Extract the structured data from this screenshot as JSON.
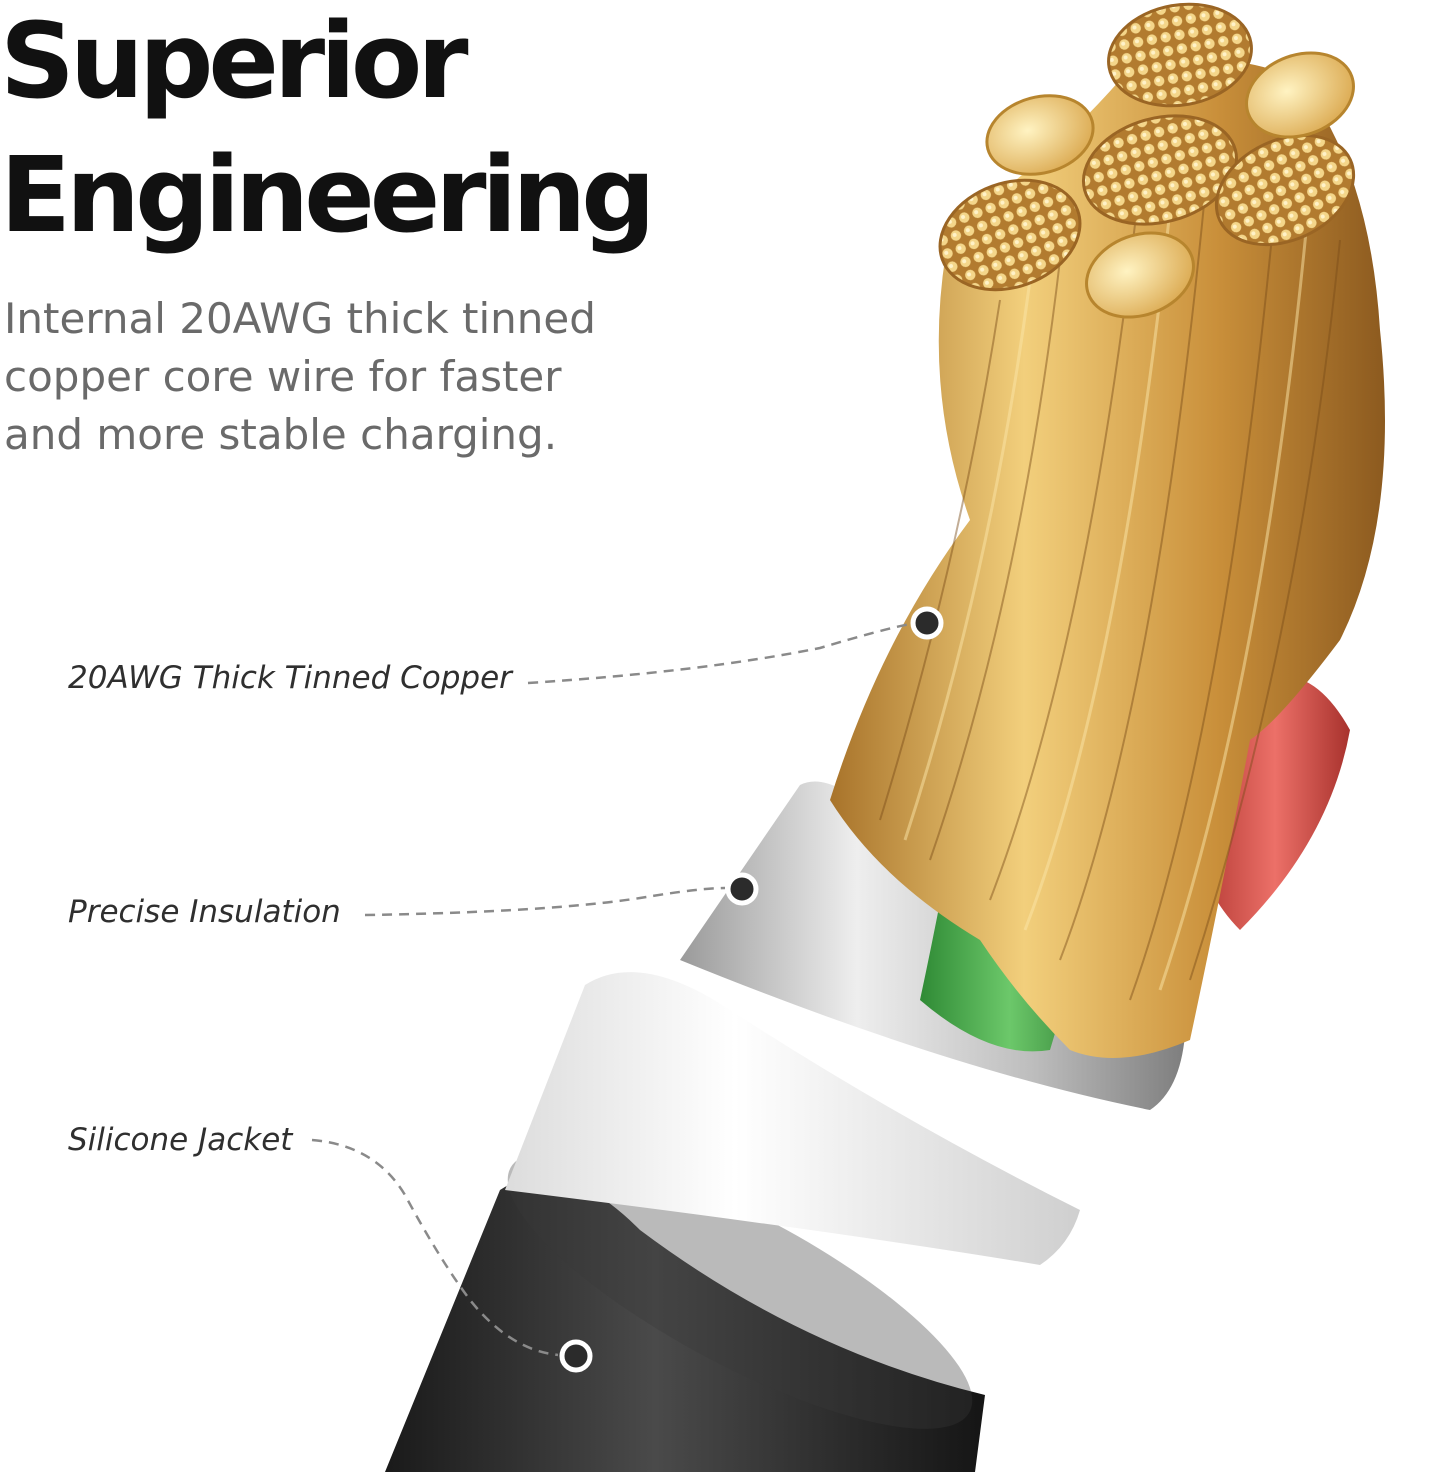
{
  "heading": {
    "line1": "Superior",
    "line2": "Engineering"
  },
  "description": "Internal 20AWG thick tinned copper core wire for faster and more stable charging.",
  "callouts": [
    {
      "label": "20AWG Thick Tinned Copper"
    },
    {
      "label": "Precise Insulation"
    },
    {
      "label": "Silicone Jacket"
    }
  ],
  "colors": {
    "copper": "#d9a441",
    "insulation_green": "#4fae4b",
    "insulation_red": "#d9574f",
    "shield_silver": "#c4c4c4",
    "inner_white": "#f2f2f2",
    "jacket_black": "#2a2a2a"
  }
}
